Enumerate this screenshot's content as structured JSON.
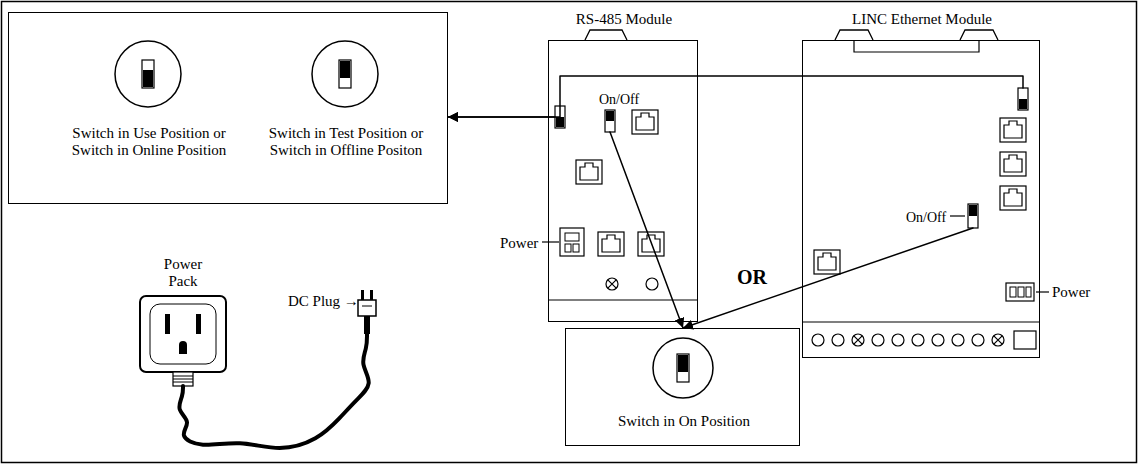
{
  "diagram": {
    "nodes": [
      {
        "text": [
          "Switch in Use Position or Switch in Online Position",
          "Switch in Test Position or Switch in Offline Positon"
        ]
      },
      {
        "text": [
          "RS-485 Module",
          "On/Off"
        ]
      },
      {
        "text": [
          "LINC Ethernet Module",
          "On/Off"
        ]
      },
      {
        "text": [
          "Power Pack"
        ]
      },
      {
        "text": [
          "DC Plug →"
        ]
      },
      {
        "text": [
          "Switch in On Position"
        ]
      }
    ],
    "edges": [
      {
        "from": 1,
        "to": 0,
        "arrow": "to"
      },
      {
        "from": 2,
        "to": 0,
        "arrow": "to"
      },
      {
        "from": 1,
        "to": 5,
        "arrow": "to"
      },
      {
        "from": 2,
        "to": 5,
        "arrow": "to"
      },
      {
        "from": 3,
        "to": 4,
        "arrow": "none"
      }
    ],
    "labels": [
      "Power",
      "OR",
      "Power"
    ]
  }
}
